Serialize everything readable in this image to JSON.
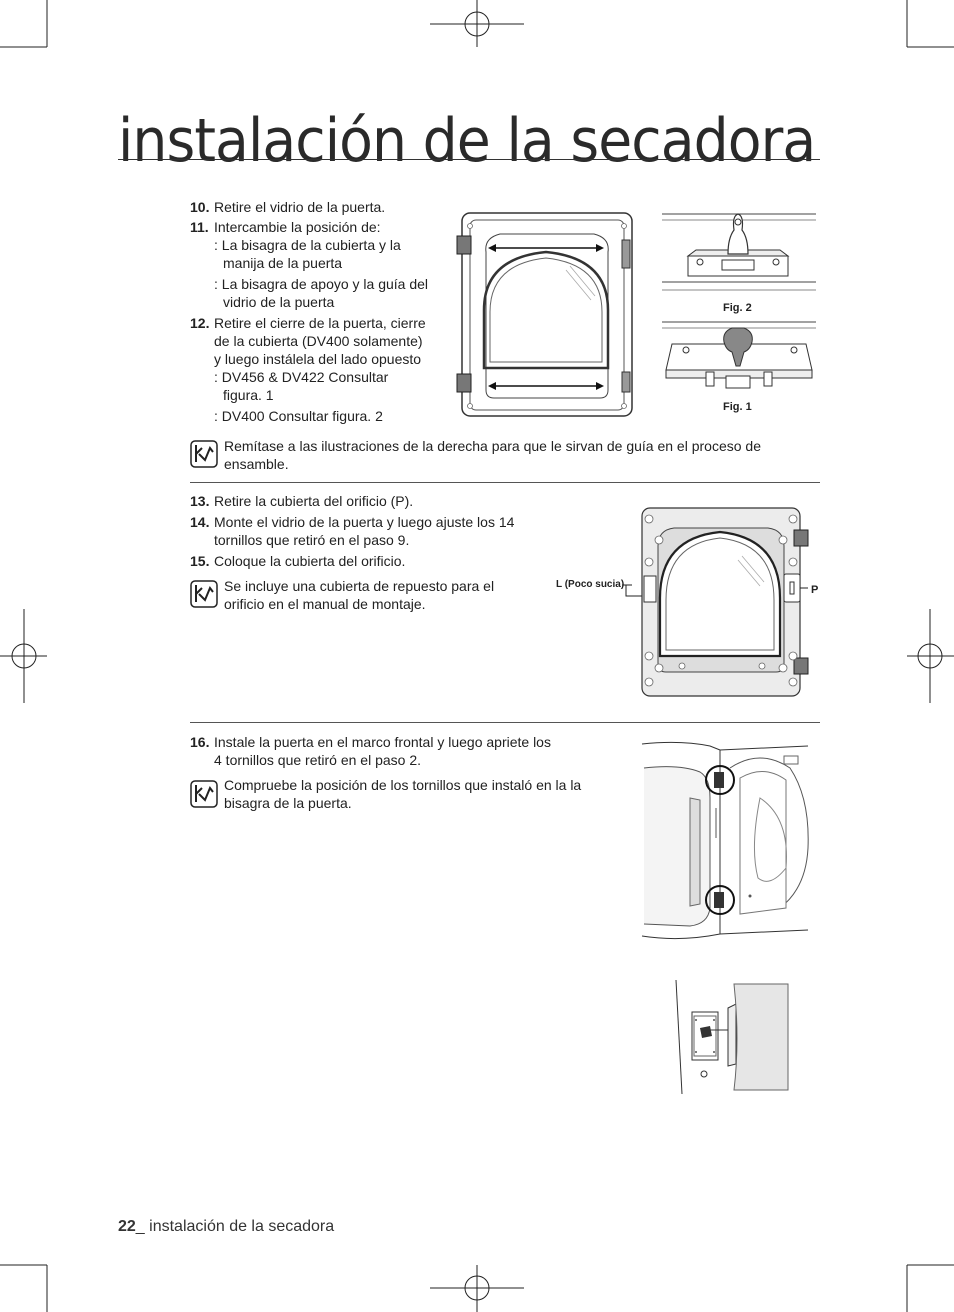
{
  "page": {
    "title": "instalación de la secadora",
    "footer_number": "22",
    "footer_text": "_ instalación de la secadora"
  },
  "section1": {
    "steps": [
      {
        "num": "10.",
        "text": "Retire el vidrio de la puerta."
      },
      {
        "num": "11.",
        "text": "Intercambie la posición de:"
      },
      {
        "num": "12.",
        "text_lines": [
          "Retire el cierre de la puerta, cierre",
          "de la cubierta (DV400 solamente)",
          "y luego instálela del lado opuesto"
        ]
      }
    ],
    "sub11": [
      [
        ": La bisagra de la cubierta y la",
        "manija de la puerta"
      ],
      [
        ": La bisagra de apoyo y la guía del",
        "vidrio de la puerta"
      ]
    ],
    "sub12": [
      [
        ": DV456 & DV422 Consultar",
        "figura. 1"
      ],
      [
        ": DV400 Consultar figura. 2"
      ]
    ],
    "note": [
      "Remítase a las ilustraciones de la derecha para que le sirvan de guía en el proceso de",
      "ensamble."
    ],
    "fig2_label": "Fig. 2",
    "fig1_label": "Fig. 1"
  },
  "section2": {
    "steps": [
      {
        "num": "13.",
        "text": "Retire la cubierta del orificio (P)."
      },
      {
        "num": "14.",
        "text_lines": [
          "Monte el vidrio de la puerta y luego ajuste los 14",
          "tornillos que retiró en el paso 9."
        ]
      },
      {
        "num": "15.",
        "text": "Coloque la cubierta del orificio."
      }
    ],
    "note": [
      "Se incluye una cubierta de repuesto para el",
      "orificio en el manual de montaje."
    ],
    "label_l": "L (Poco sucia)",
    "label_p": "P"
  },
  "section3": {
    "steps": [
      {
        "num": "16.",
        "text_lines": [
          "Instale la puerta en el marco frontal y luego apriete los",
          "4 tornillos que retiró en el paso 2."
        ]
      }
    ],
    "note": [
      "Compruebe la posición de los tornillos que instaló en la la",
      "bisagra de la puerta."
    ]
  }
}
